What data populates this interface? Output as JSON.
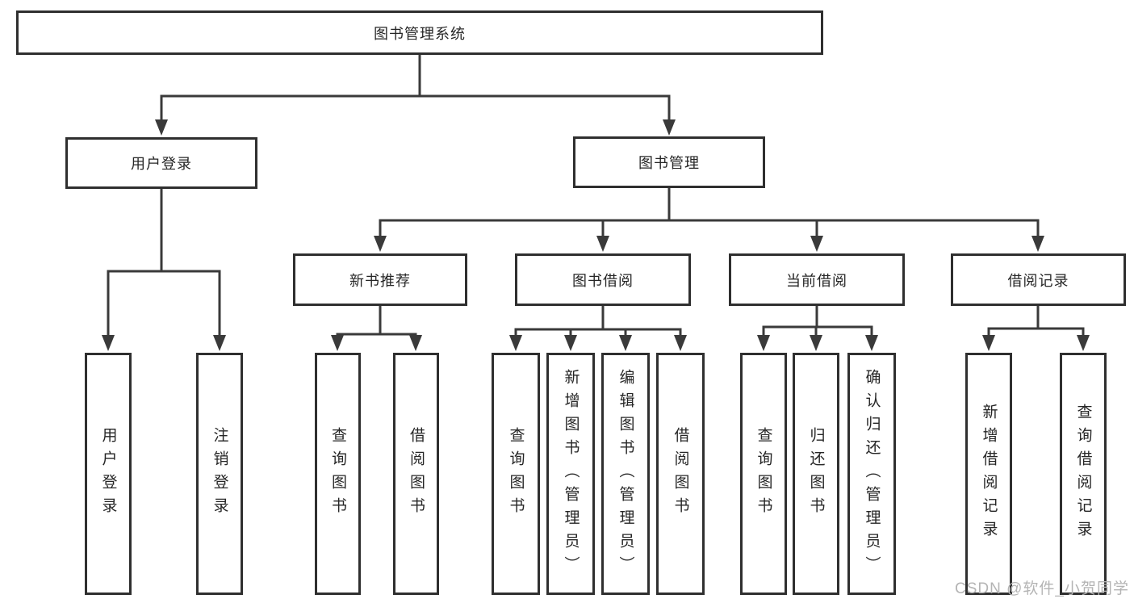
{
  "nodes": {
    "root": {
      "label": "图书管理系统"
    },
    "user_login": {
      "label": "用户登录"
    },
    "book_mgmt": {
      "label": "图书管理"
    },
    "new_book": {
      "label": "新书推荐"
    },
    "book_borrow": {
      "label": "图书借阅"
    },
    "cur_borrow": {
      "label": "当前借阅"
    },
    "rec_borrow": {
      "label": "借阅记录"
    },
    "leaf_user_login": {
      "label": "用户登录"
    },
    "leaf_logout": {
      "label": "注销登录"
    },
    "nb_query": {
      "label": "查询图书"
    },
    "nb_borrow": {
      "label": "借阅图书"
    },
    "bw_query": {
      "label": "查询图书"
    },
    "bw_add": {
      "label": "新增图书（管理员）"
    },
    "bw_edit": {
      "label": "编辑图书（管理员）"
    },
    "bw_borrow": {
      "label": "借阅图书"
    },
    "cur_query": {
      "label": "查询图书"
    },
    "cur_return": {
      "label": "归还图书"
    },
    "cur_confirm": {
      "label": "确认归还（管理员）"
    },
    "rec_add": {
      "label": "新增借阅记录"
    },
    "rec_query": {
      "label": "查询借阅记录"
    }
  },
  "hierarchy": {
    "图书管理系统": [
      "用户登录",
      "图书管理"
    ],
    "用户登录": [
      "用户登录",
      "注销登录"
    ],
    "图书管理": [
      "新书推荐",
      "图书借阅",
      "当前借阅",
      "借阅记录"
    ],
    "新书推荐": [
      "查询图书",
      "借阅图书"
    ],
    "图书借阅": [
      "查询图书",
      "新增图书（管理员）",
      "编辑图书（管理员）",
      "借阅图书"
    ],
    "当前借阅": [
      "查询图书",
      "归还图书",
      "确认归还（管理员）"
    ],
    "借阅记录": [
      "新增借阅记录",
      "查询借阅记录"
    ]
  },
  "watermark": {
    "text": "CSDN @软件_小贺同学"
  },
  "colors": {
    "line": "#3a3a3a",
    "box_border": "#2f2f2f",
    "text": "#262626",
    "watermark": "#b4b4b4",
    "background": "#ffffff"
  }
}
